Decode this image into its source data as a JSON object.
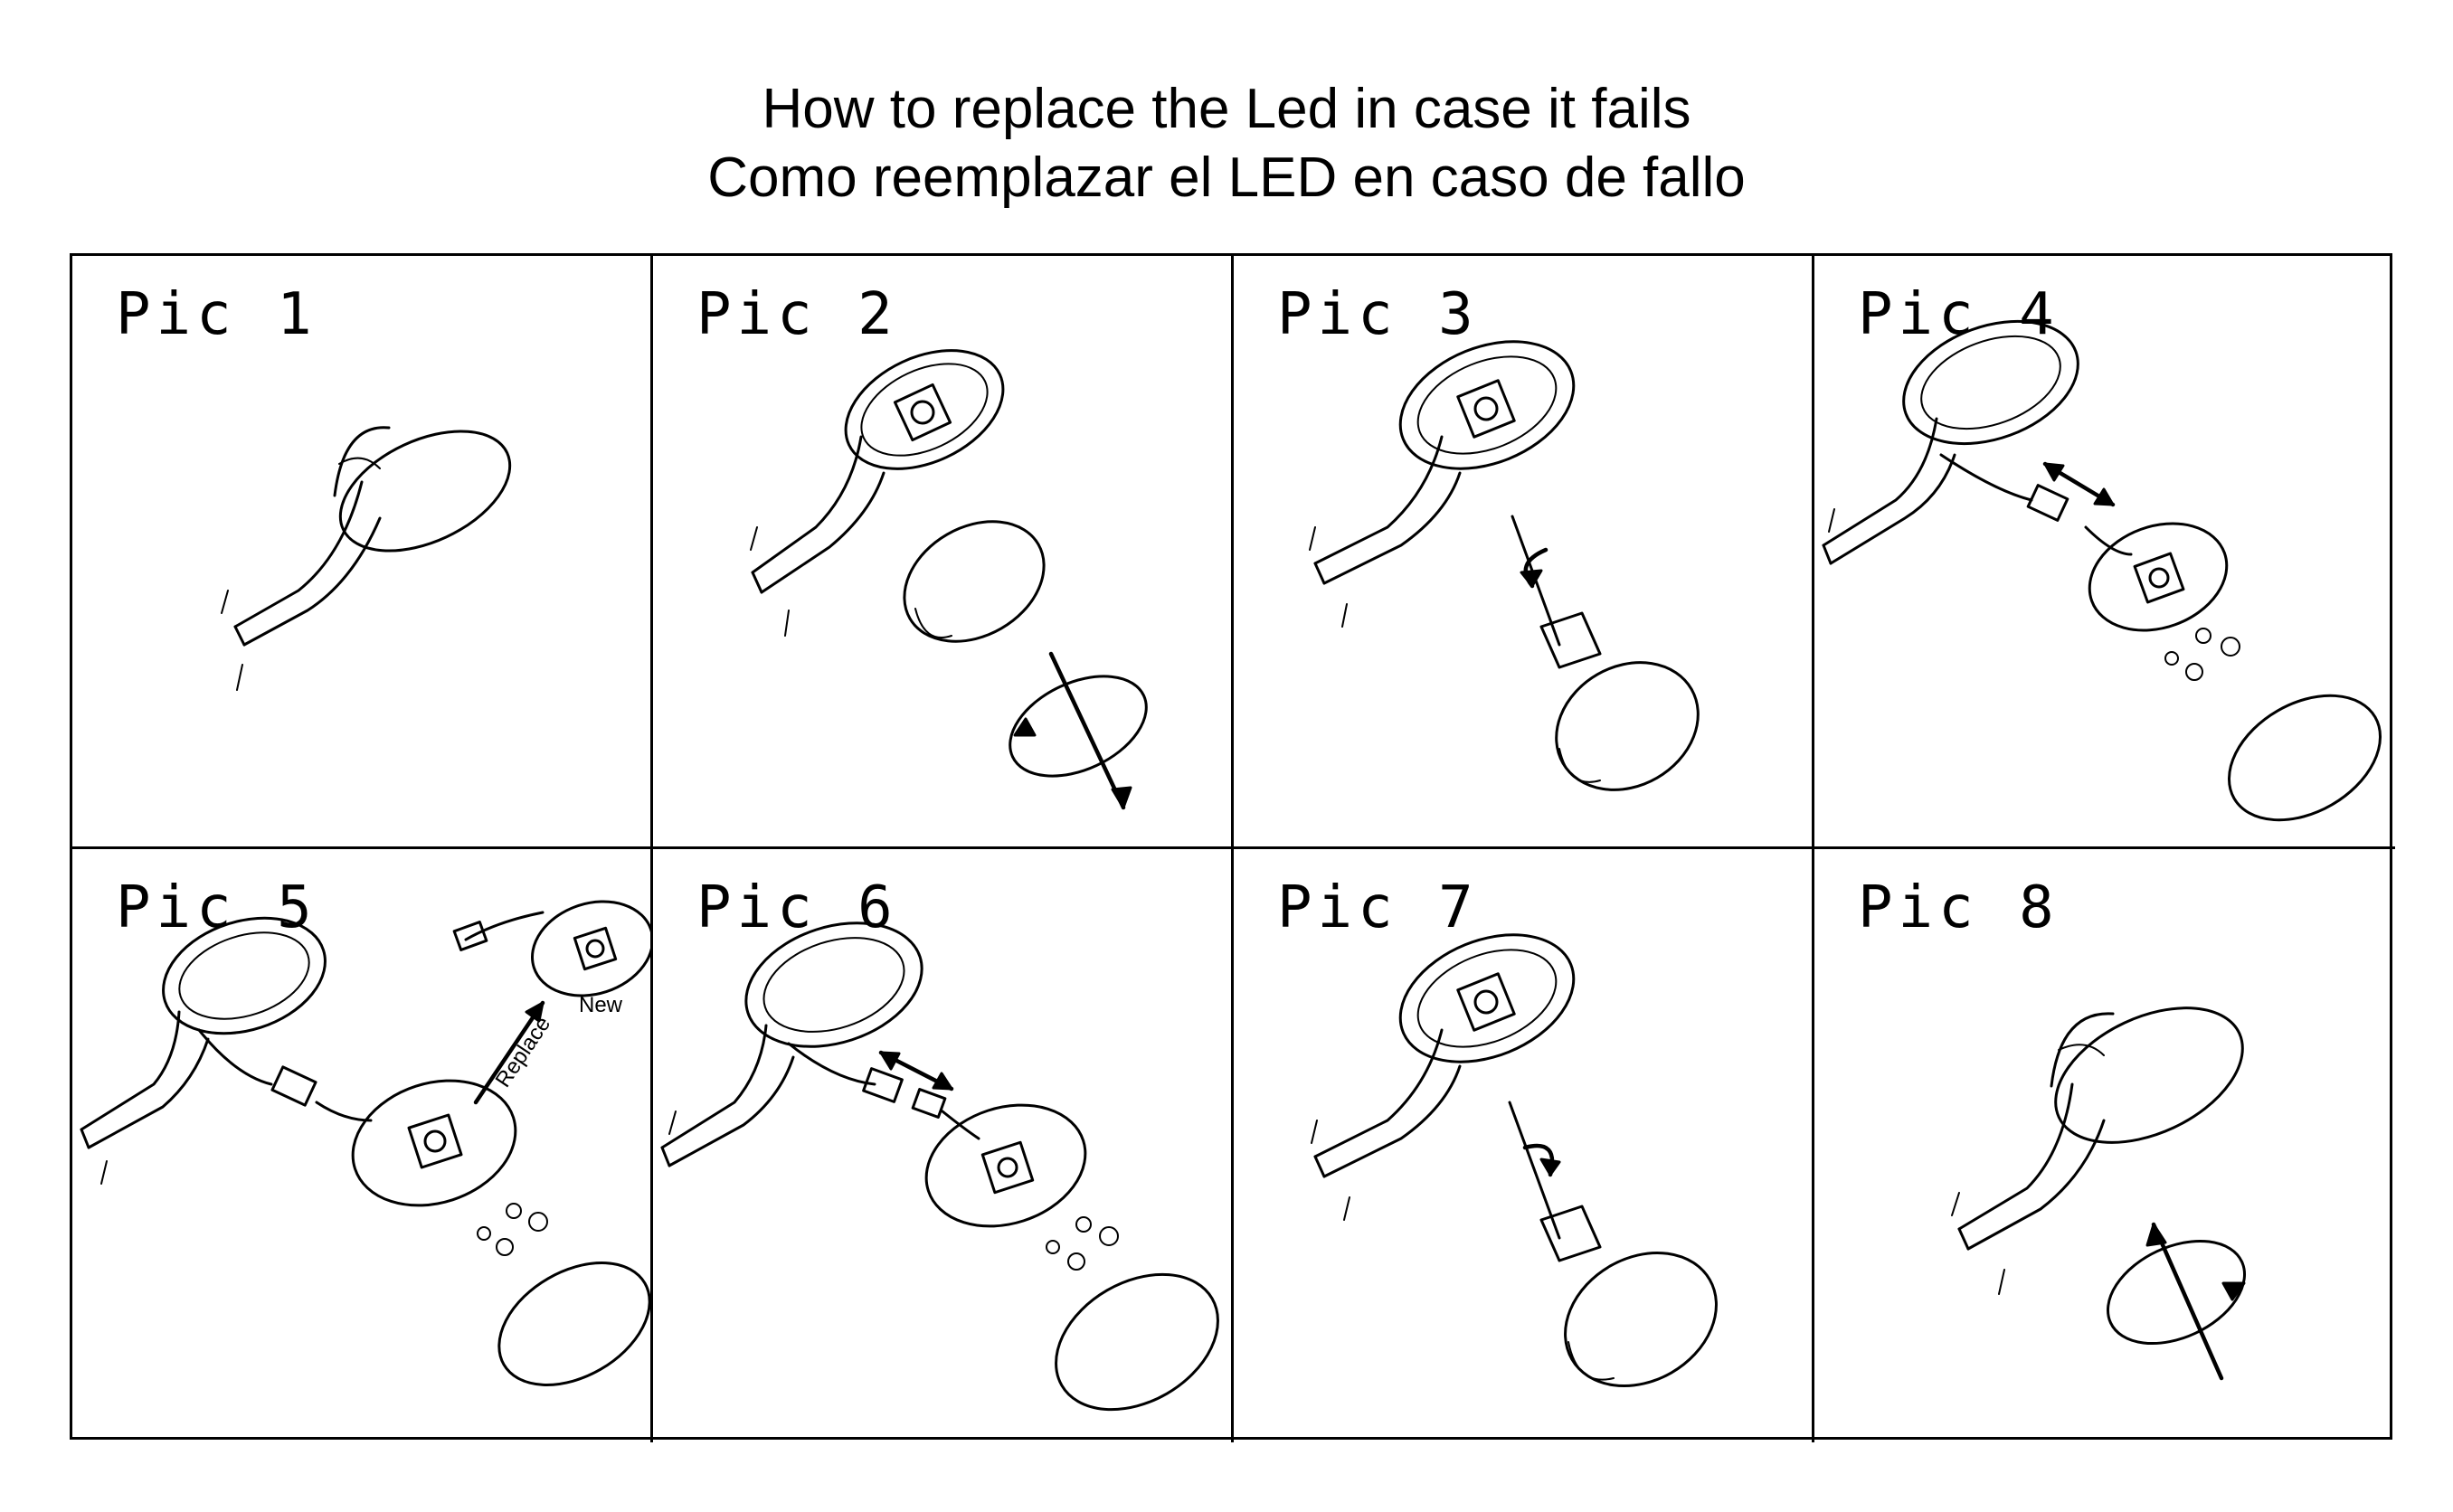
{
  "title": {
    "line1": "How to replace the Led in case it fails",
    "line2": "Como reemplazar el LED en caso de fallo"
  },
  "panels": [
    {
      "label": "Pic 1"
    },
    {
      "label": "Pic 2"
    },
    {
      "label": "Pic 3"
    },
    {
      "label": "Pic 4"
    },
    {
      "label": "Pic 5",
      "annotations": {
        "replace": "Replace",
        "new": "New"
      }
    },
    {
      "label": "Pic 6"
    },
    {
      "label": "Pic 7"
    },
    {
      "label": "Pic 8"
    }
  ]
}
